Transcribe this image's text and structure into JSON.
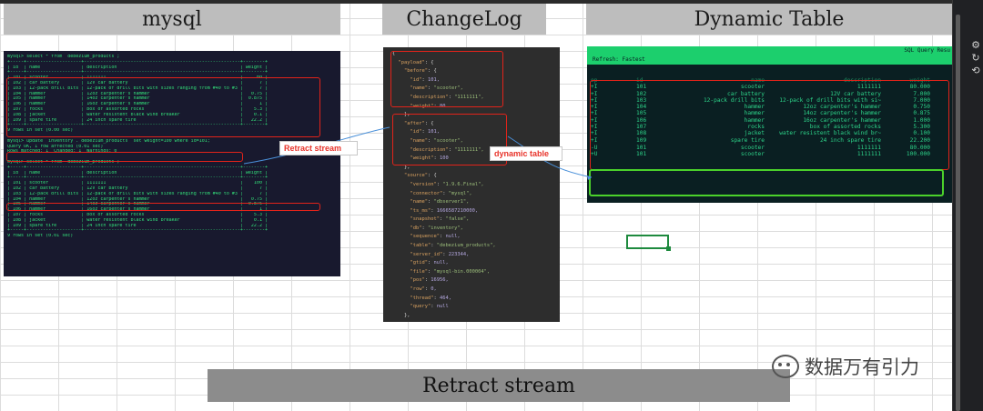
{
  "headers": {
    "mysql": "mysql",
    "changelog": "ChangeLog",
    "dynamic_table": "Dynamic Table",
    "bottom": "Retract stream"
  },
  "callouts": {
    "retract": "Retract stream",
    "dynamic": "dynamic table"
  },
  "mysql_terminal": {
    "lines": [
      "mysql> select * from `debezium_products`;",
      "+-----+--------------------+---------------------------------------------------------+--------+",
      "| id  | name               | description                                             | weight |",
      "+-----+--------------------+---------------------------------------------------------+--------+",
      "| 101 | scooter            | 1111111                                                 |     80 |",
      "| 102 | car battery        | 12V car battery                                         |      7 |",
      "| 103 | 12-pack drill bits | 12-pack of drill bits with sizes ranging from #40 to #3 |      7 |",
      "| 104 | hammer             | 12oz carpenter's hammer                                 |   0.75 |",
      "| 105 | hammer             | 14oz carpenter's hammer                                 |  0.875 |",
      "| 106 | hammer             | 16oz carpenter's hammer                                 |      1 |",
      "| 107 | rocks              | box of assorted rocks                                   |    5.3 |",
      "| 108 | jacket             | water resistent black wind breaker                      |    0.1 |",
      "| 109 | spare tire         | 24 inch spare tire                                      |   22.2 |",
      "+-----+--------------------+---------------------------------------------------------+--------+",
      "9 rows in set (0.00 sec)",
      "",
      "mysql> update `inventory`.`debezium_products` set weight=100 where id=101;",
      "Query OK, 1 row affected (0.01 sec)",
      "Rows matched: 1  Changed: 1  Warnings: 0",
      "",
      "mysql> select * from `debezium_products`;",
      "+-----+--------------------+---------------------------------------------------------+--------+",
      "| id  | name               | description                                             | weight |",
      "+-----+--------------------+---------------------------------------------------------+--------+",
      "| 101 | scooter            | 1111111                                                 |    100 |",
      "| 102 | car battery        | 12V car battery                                         |      7 |",
      "| 103 | 12-pack drill bits | 12-pack of drill bits with sizes ranging from #40 to #3 |      7 |",
      "| 104 | hammer             | 12oz carpenter's hammer                                 |   0.75 |",
      "| 105 | hammer             | 14oz carpenter's hammer                                 |  0.875 |",
      "| 106 | hammer             | 16oz carpenter's hammer                                 |      1 |",
      "| 107 | rocks              | box of assorted rocks                                   |    5.3 |",
      "| 108 | jacket             | water resistent black wind breaker                      |    0.1 |",
      "| 109 | spare tire         | 24 inch spare tire                                      |   22.2 |",
      "+-----+--------------------+---------------------------------------------------------+--------+",
      "9 rows in set (0.01 sec)"
    ]
  },
  "changelog_json": {
    "lines": [
      "{",
      "  \"payload\": {",
      "    \"before\": {",
      "      \"id\": 101,",
      "      \"name\": \"scooter\",",
      "      \"description\": \"1111111\",",
      "      \"weight\": 80",
      "    },",
      "    \"after\": {",
      "      \"id\": 101,",
      "      \"name\": \"scooter\",",
      "      \"description\": \"1111111\",",
      "      \"weight\": 100",
      "    },",
      "    \"source\": {",
      "      \"version\": \"1.9.6.Final\",",
      "      \"connector\": \"mysql\",",
      "      \"name\": \"dbserver1\",",
      "      \"ts_ms\": 1666587210000,",
      "      \"snapshot\": \"false\",",
      "      \"db\": \"inventory\",",
      "      \"sequence\": null,",
      "      \"table\": \"debezium_products\",",
      "      \"server_id\": 223344,",
      "      \"gtid\": null,",
      "      \"file\": \"mysql-bin.000004\",",
      "      \"pos\": 16956,",
      "      \"row\": 0,",
      "      \"thread\": 464,",
      "      \"query\": null",
      "    },"
    ]
  },
  "dynamic_table": {
    "title": "SQL Query Resu",
    "refresh": "Refresh: Fastest",
    "columns": [
      "op",
      "id",
      "name",
      "description",
      "weight"
    ],
    "rows": [
      {
        "op": "+I",
        "id": "101",
        "name": "scooter",
        "description": "1111111",
        "weight": "80.000"
      },
      {
        "op": "+I",
        "id": "102",
        "name": "car battery",
        "description": "12V car battery",
        "weight": "7.000"
      },
      {
        "op": "+I",
        "id": "103",
        "name": "12-pack drill bits",
        "description": "12-pack of drill bits with si~",
        "weight": "7.000"
      },
      {
        "op": "+I",
        "id": "104",
        "name": "hammer",
        "description": "12oz carpenter's hammer",
        "weight": "0.750"
      },
      {
        "op": "+I",
        "id": "105",
        "name": "hammer",
        "description": "14oz carpenter's hammer",
        "weight": "0.875"
      },
      {
        "op": "+I",
        "id": "106",
        "name": "hammer",
        "description": "16oz carpenter's hammer",
        "weight": "1.000"
      },
      {
        "op": "+I",
        "id": "107",
        "name": "rocks",
        "description": "box of assorted rocks",
        "weight": "5.300"
      },
      {
        "op": "+I",
        "id": "108",
        "name": "jacket",
        "description": "water resistent black wind br~",
        "weight": "0.100"
      },
      {
        "op": "+I",
        "id": "109",
        "name": "spare tire",
        "description": "24 inch spare tire",
        "weight": "22.200"
      },
      {
        "op": "-U",
        "id": "101",
        "name": "scooter",
        "description": "1111111",
        "weight": "80.000"
      },
      {
        "op": "+U",
        "id": "101",
        "name": "scooter",
        "description": "1111111",
        "weight": "100.000"
      }
    ]
  },
  "watermark": "数据万有引力",
  "sidebar_icons": [
    "gear-icon",
    "refresh-icon",
    "history-icon"
  ],
  "colors": {
    "header_gray": "#bdbdbd",
    "bottom_gray": "#8c8c8c",
    "terminal_bg": "#18192e",
    "terminal_text": "#33e07a",
    "highlight_red": "#e2231a",
    "highlight_green": "#4bd12b",
    "dynamic_table_bar": "#1ccf6d"
  }
}
